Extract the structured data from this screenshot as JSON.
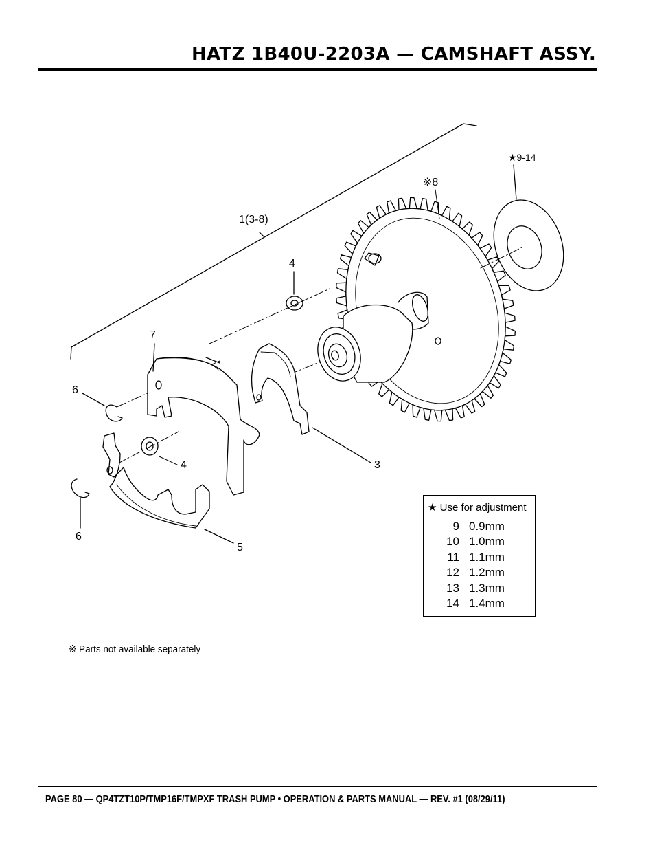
{
  "page": {
    "title": "HATZ 1B40U-2203A — CAMSHAFT ASSY.",
    "footer": "PAGE 80 — QP4TZT10P/TMP16F/TMPXF TRASH PUMP • OPERATION & PARTS MANUAL — REV. #1 (08/29/11)"
  },
  "callouts": {
    "assy": "1(3-8)",
    "gear": "※8",
    "shims": "★9-14",
    "washer_upper": "4",
    "washer_lower": "4",
    "plate": "7",
    "lever": "3",
    "clip_upper": "6",
    "clip_lower": "6",
    "governor": "5"
  },
  "adjustment_table": {
    "header": "★ Use for adjustment",
    "rows": [
      {
        "num": "9",
        "value": "0.9mm"
      },
      {
        "num": "10",
        "value": "1.0mm"
      },
      {
        "num": "11",
        "value": "1.1mm"
      },
      {
        "num": "12",
        "value": "1.2mm"
      },
      {
        "num": "13",
        "value": "1.3mm"
      },
      {
        "num": "14",
        "value": "1.4mm"
      }
    ]
  },
  "note": "※ Parts not available separately"
}
